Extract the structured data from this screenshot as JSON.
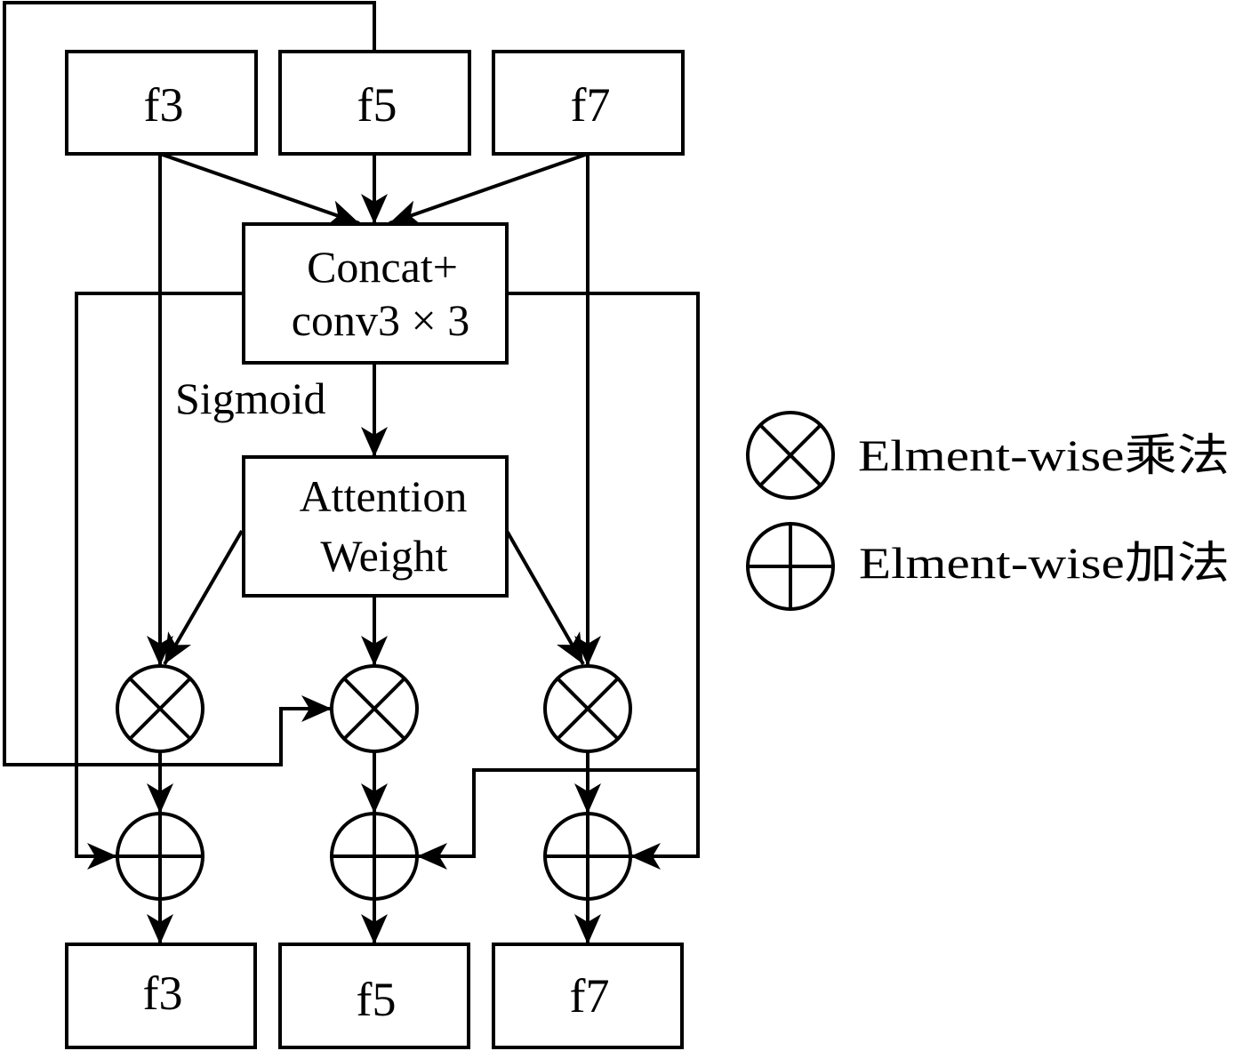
{
  "diagram": {
    "inputs": [
      {
        "label": "f3"
      },
      {
        "label": "f5"
      },
      {
        "label": "f7"
      }
    ],
    "concat_box": {
      "line1": "Concat+",
      "line2": "conv3 × 3"
    },
    "sigmoid_label": "Sigmoid",
    "attention_box": {
      "line1": "Attention",
      "line2": "Weight"
    },
    "outputs": [
      {
        "label": "f3"
      },
      {
        "label": "f5"
      },
      {
        "label": "f7"
      }
    ],
    "legend": [
      {
        "label": "Elment-wise乘法"
      },
      {
        "label": "Elment-wise加法"
      }
    ]
  }
}
